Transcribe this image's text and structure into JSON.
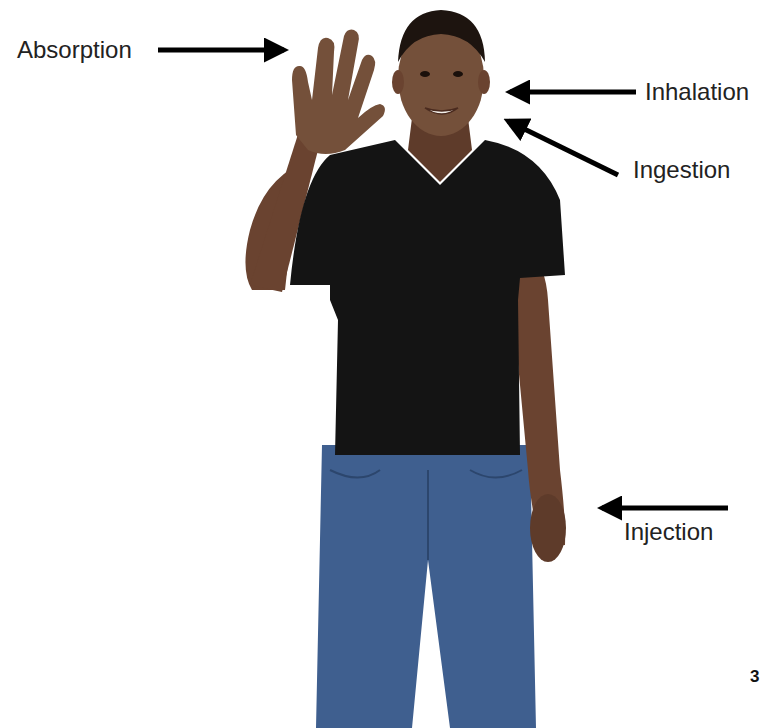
{
  "diagram": {
    "labels": [
      "Absorption",
      "Inhalation",
      "Ingestion",
      "Injection",
      "3"
    ]
  }
}
